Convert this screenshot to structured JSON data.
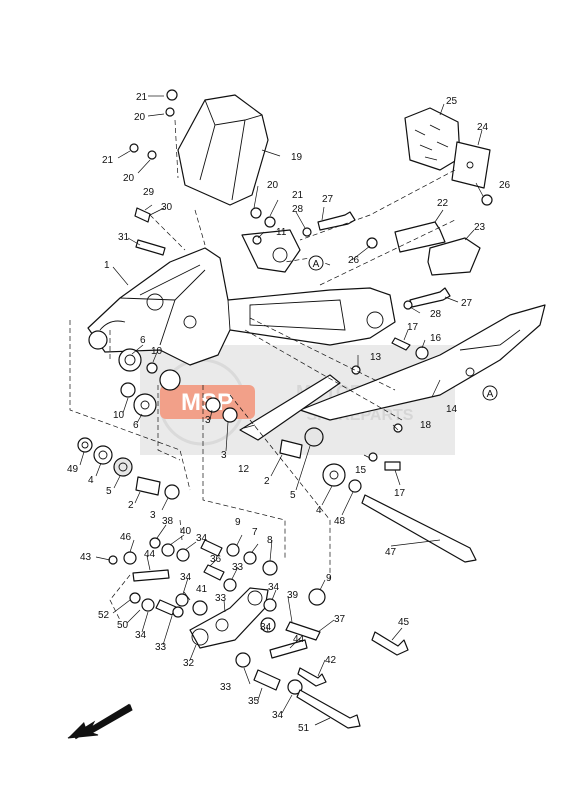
{
  "diagram": {
    "callouts": {
      "c1": "1",
      "c2a": "2",
      "c2b": "2",
      "c3a": "3",
      "c3b": "3",
      "c3c": "3",
      "c4a": "4",
      "c4b": "4",
      "c5a": "5",
      "c5b": "5",
      "c6a": "6",
      "c6b": "6",
      "c7": "7",
      "c8": "8",
      "c9a": "9",
      "c9b": "9",
      "c10a": "10",
      "c10b": "10",
      "c11": "11",
      "c12": "12",
      "c13": "13",
      "c14": "14",
      "c15": "15",
      "c16": "16",
      "c17a": "17",
      "c17b": "17",
      "c18": "18",
      "c19": "19",
      "c20a": "20",
      "c20b": "20",
      "c20c": "20",
      "c21a": "21",
      "c21b": "21",
      "c21c": "21",
      "c22": "22",
      "c23": "23",
      "c24": "24",
      "c25": "25",
      "c26a": "26",
      "c26b": "26",
      "c27a": "27",
      "c27b": "27",
      "c28a": "28",
      "c28b": "28",
      "c29": "29",
      "c30": "30",
      "c31": "31",
      "c32": "32",
      "c33a": "33",
      "c33b": "33",
      "c33c": "33",
      "c33d": "33",
      "c34a": "34",
      "c34b": "34",
      "c34c": "34",
      "c34d": "34",
      "c34e": "34",
      "c34f": "34",
      "c35": "35",
      "c36": "36",
      "c37": "37",
      "c38": "38",
      "c39": "39",
      "c40": "40",
      "c41": "41",
      "c42": "42",
      "c43": "43",
      "c44a": "44",
      "c44b": "44",
      "c45": "45",
      "c46": "46",
      "c47": "47",
      "c48": "48",
      "c49": "49",
      "c50": "50",
      "c51": "51",
      "c52": "52"
    },
    "reference_marks": {
      "refA1": "A",
      "refA2": "A"
    },
    "watermark": {
      "logo": "MSP",
      "line1": "MOTORCYCLE",
      "line2": "SPAREPARTS"
    },
    "colors": {
      "watermark": "#d9d9d9",
      "logo_fill": "#e8542a",
      "line": "#111111"
    }
  }
}
